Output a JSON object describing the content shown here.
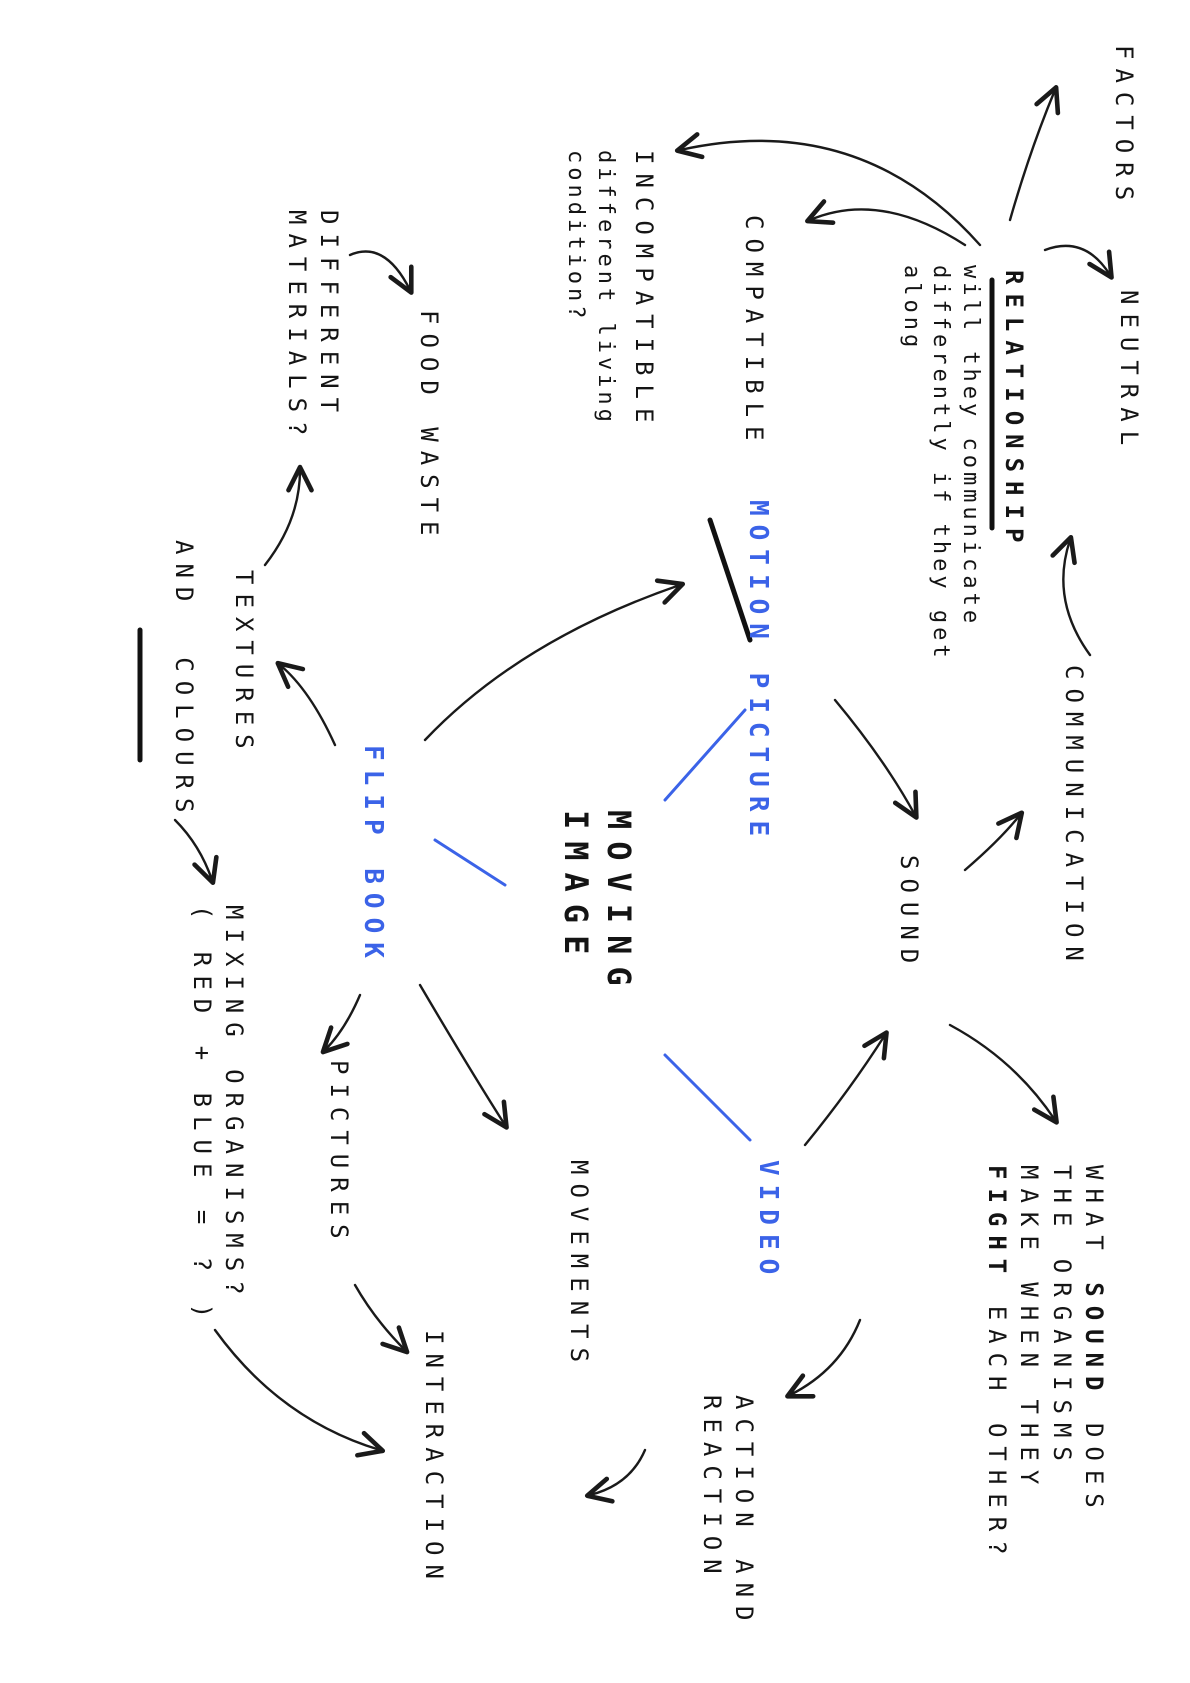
{
  "nodes": {
    "factors": "FACTORS",
    "neutral": "NEUTRAL",
    "relationship": "RELATIONSHIP",
    "relationship_note": [
      "will they communicate",
      "differently if they get",
      "along"
    ],
    "compatible": "COMPATIBLE",
    "incompatible": "INCOMPATIBLE",
    "incompatible_note": [
      "different living",
      "condition?"
    ],
    "food_waste": "FOOD WASTE",
    "different_materials": [
      "DIFFERENT",
      "MATERIALS?"
    ],
    "textures": "TEXTURES",
    "and_colours": [
      "AND",
      "COLOURS"
    ],
    "motion_picture": "MOTION PICTURE",
    "moving_image": [
      "MOVING",
      "IMAGE"
    ],
    "flip_book": "FLIP BOOK",
    "video": "VIDEO",
    "sound": "SOUND",
    "communication": "COMMUNICATION",
    "what_sound": {
      "line1_a": "WHAT ",
      "line1_b": "SOUND",
      "line1_c": " DOES",
      "line2": "THE ORGANISMS",
      "line3": "MAKE WHEN THEY",
      "line4_a": "FIGHT",
      "line4_b": " EACH OTHER?"
    },
    "action_reaction": [
      "ACTION AND",
      "REACTION"
    ],
    "movements": "MOVEMENTS",
    "pictures": "PICTURES",
    "interaction": "INTERACTION",
    "mixing": [
      "MIXING ORGANISMS?",
      "( RED + BLUE = ? )"
    ]
  },
  "colors": {
    "ink": "#141414",
    "accent": "#3b63e8"
  }
}
